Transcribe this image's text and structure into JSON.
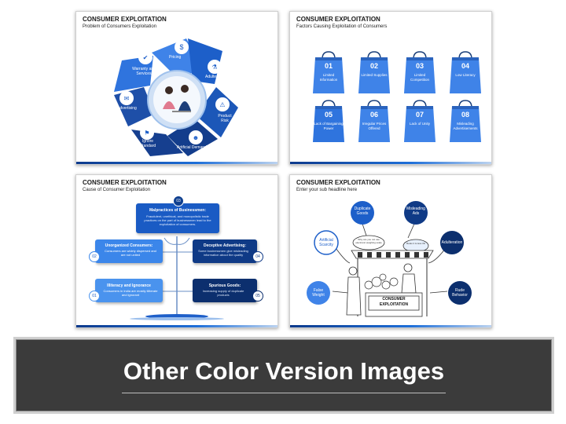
{
  "slide1": {
    "title": "CONSUMER EXPLOITATION",
    "subtitle": "Problem of Consumers Exploitation",
    "segments": [
      "Pricing",
      "Adulteration",
      "Product Risk",
      "Artificial Demand",
      "Ignore Standard",
      "Advertising",
      "Warranty and Services"
    ]
  },
  "slide2": {
    "title": "CONSUMER EXPLOITATION",
    "subtitle": "Factors Causing Exploitation of Consumers",
    "bags": [
      {
        "num": "01",
        "label": "Limited Information"
      },
      {
        "num": "02",
        "label": "Limited Supplies"
      },
      {
        "num": "03",
        "label": "Limited Competition"
      },
      {
        "num": "04",
        "label": "Low Literacy"
      },
      {
        "num": "05",
        "label": "Lack of Bargaining Power"
      },
      {
        "num": "06",
        "label": "Irregular Prices Offered"
      },
      {
        "num": "07",
        "label": "Lack of Unity"
      },
      {
        "num": "08",
        "label": "Misleading Advertisements"
      }
    ]
  },
  "slide3": {
    "title": "CONSUMER EXPLOITATION",
    "subtitle": "Cause of Consumer Exploitation",
    "top": {
      "num": "03",
      "heading": "Malpractices of Businessmen:",
      "body": "Fraudulent, unethical, and monopolistic trade practices on the part of businessmen lead to the exploitation of consumers."
    },
    "left1": {
      "num": "02",
      "heading": "Unorganized Consumers:",
      "body": "Consumers are widely dispersed and are not united"
    },
    "right1": {
      "num": "04",
      "heading": "Deceptive Advertising:",
      "body": "Some businessmen give misleading information about the quality"
    },
    "left2": {
      "num": "01",
      "heading": "Illiteracy and Ignorance",
      "body": "Consumers in India are mostly illiterate and ignorant"
    },
    "right2": {
      "num": "05",
      "heading": "Spurious Goods:",
      "body": "Increasing supply of duplicate products"
    }
  },
  "slide4": {
    "title": "CONSUMER EXPLOITATION",
    "subtitle": "Enter your sub headline here",
    "circles": [
      "Duplicate Goods",
      "Misleading Ads",
      "Artificial Scarcity",
      "Adulteration",
      "False Weight",
      "Rude Behavior"
    ],
    "bubble_left": "Why are you not use electronic weighing scale",
    "bubble_right": "Relax it is less Ok",
    "shop_sign": "CONSUMER EXPLOITATION"
  },
  "banner": {
    "text": "Other Color Version Images"
  }
}
